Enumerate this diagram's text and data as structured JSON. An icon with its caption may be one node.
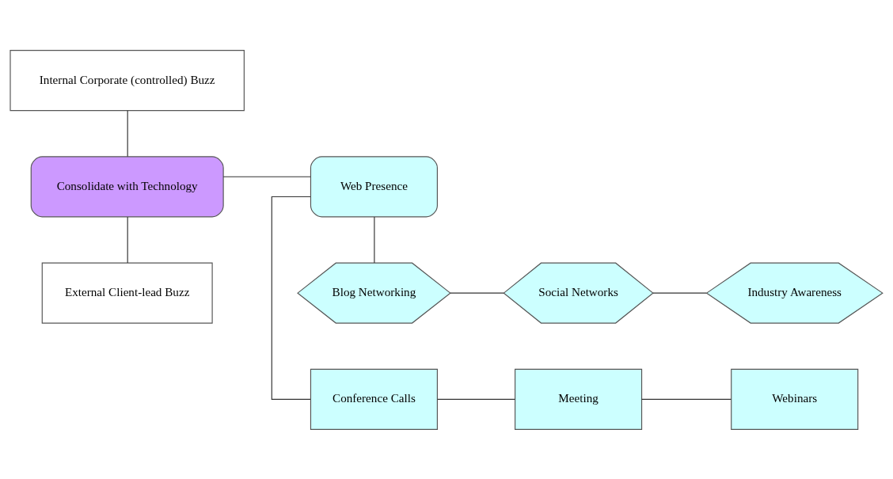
{
  "diagram": {
    "nodes": [
      {
        "text": [
          "Internal Corporate (controlled) Buzz"
        ]
      },
      {
        "text": [
          "Conference Calls"
        ]
      },
      {
        "text": [
          "Meeting"
        ]
      },
      {
        "text": [
          "Webinars"
        ]
      },
      {
        "text": [
          "Consolidate with Technology"
        ]
      },
      {
        "text": [
          "Web Presence"
        ]
      },
      {
        "text": [
          "External Client-lead Buzz"
        ]
      },
      {
        "text": [
          "Blog Networking"
        ]
      },
      {
        "text": [
          "Social Networks"
        ]
      },
      {
        "text": [
          "Industry Awareness"
        ]
      }
    ],
    "edges": [
      {
        "from": 0,
        "to": 4,
        "arrow": "none"
      },
      {
        "from": 4,
        "to": 6,
        "arrow": "none"
      },
      {
        "from": 4,
        "to": 5,
        "arrow": "none"
      },
      {
        "from": 5,
        "to": 1,
        "arrow": "none"
      },
      {
        "from": 1,
        "to": 2,
        "arrow": "none"
      },
      {
        "from": 2,
        "to": 3,
        "arrow": "none"
      },
      {
        "from": 5,
        "to": 7,
        "arrow": "none"
      },
      {
        "from": 7,
        "to": 8,
        "arrow": "none"
      },
      {
        "from": 8,
        "to": 9,
        "arrow": "none"
      }
    ]
  }
}
